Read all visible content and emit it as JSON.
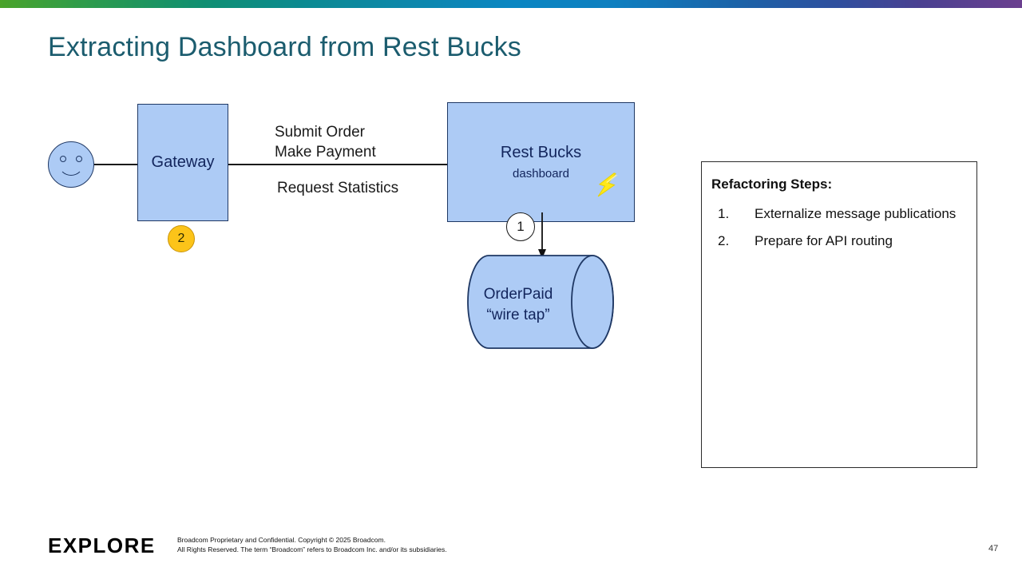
{
  "slide": {
    "title": "Extracting Dashboard from Rest Bucks",
    "page_number": "47",
    "accent_title_color": "#1b5c6e",
    "node_fill_color": "#adcbf5",
    "node_stroke_color": "#1f3864",
    "badge_fill_color": "#fcc419"
  },
  "diagram": {
    "actor": {
      "name": "user-actor"
    },
    "gateway": {
      "label": "Gateway",
      "badge": "2"
    },
    "rest_bucks": {
      "label": "Rest Bucks",
      "sublabel": "dashboard",
      "badge": "1"
    },
    "datastore": {
      "line1": "OrderPaid",
      "line2": "“wire tap”"
    },
    "flow_labels": {
      "upper_line1": "Submit Order",
      "upper_line2": "Make Payment",
      "lower": "Request Statistics"
    }
  },
  "panel": {
    "heading": "Refactoring Steps:",
    "steps": [
      {
        "num": "1.",
        "text": "Externalize message publications"
      },
      {
        "num": "2.",
        "text": "Prepare for API routing"
      }
    ]
  },
  "footer": {
    "logo": "EXPLORE",
    "legal_line1": "Broadcom Proprietary and Confidential. Copyright © 2025 Broadcom.",
    "legal_line2": "All Rights Reserved. The term “Broadcom” refers to Broadcom Inc. and/or its subsidiaries."
  }
}
